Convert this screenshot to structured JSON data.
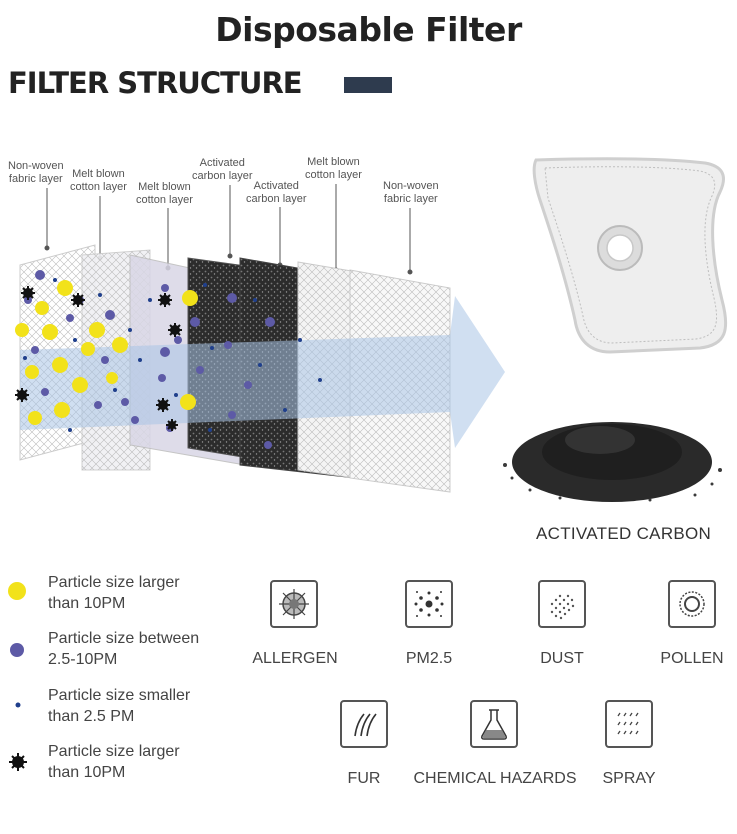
{
  "title": "Disposable Filter",
  "section_heading": "FILTER STRUCTURE",
  "layers": [
    {
      "line1": "Non-woven",
      "line2": "fabric layer"
    },
    {
      "line1": "Melt blown",
      "line2": "cotton layer"
    },
    {
      "line1": "Melt blown",
      "line2": "cotton layer"
    },
    {
      "line1": "Activated",
      "line2": "carbon layer"
    },
    {
      "line1": "Activated",
      "line2": "carbon layer"
    },
    {
      "line1": "Melt blown",
      "line2": "cotton layer"
    },
    {
      "line1": "Non-woven",
      "line2": "fabric layer"
    }
  ],
  "carbon_label": "ACTIVATED CARBON",
  "legend": [
    {
      "line1": "Particle size larger",
      "line2": "than 10PM",
      "marker": "yellow-dot",
      "color": "#f2e21a"
    },
    {
      "line1": "Particle size between",
      "line2": "2.5-10PM",
      "marker": "purple-dot",
      "color": "#5d5aa6"
    },
    {
      "line1": "Particle size smaller",
      "line2": "than 2.5 PM",
      "marker": "blue-dot",
      "color": "#1f3f8c"
    },
    {
      "line1": "Particle size larger",
      "line2": "than 10PM",
      "marker": "spiky-particle",
      "color": "#111111"
    }
  ],
  "hazards": [
    {
      "label": "ALLERGEN",
      "icon": "allergen-icon"
    },
    {
      "label": "PM2.5",
      "icon": "pm25-icon"
    },
    {
      "label": "DUST",
      "icon": "dust-icon"
    },
    {
      "label": "POLLEN",
      "icon": "pollen-icon"
    },
    {
      "label": "FUR",
      "icon": "fur-icon"
    },
    {
      "label": "CHEMICAL HAZARDS",
      "icon": "chemical-flask-icon"
    },
    {
      "label": "SPRAY",
      "icon": "spray-icon"
    }
  ],
  "colors": {
    "heading_bar": "#2e3b4e",
    "arrow": "#a9c4e6",
    "carbon": "#2a2a2a"
  }
}
